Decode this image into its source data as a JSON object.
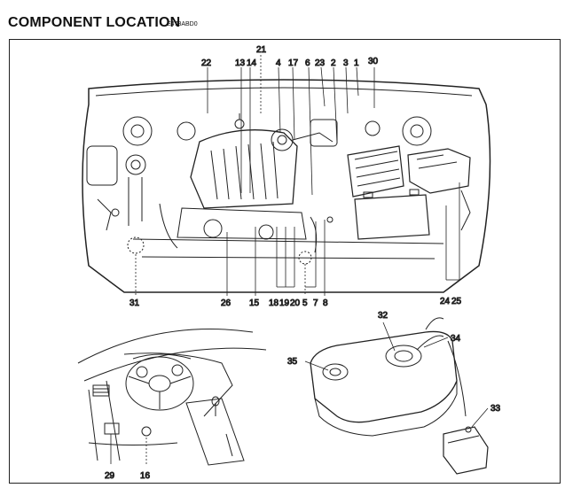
{
  "header": {
    "title": "COMPONENT LOCATION",
    "code": "E478ABD0"
  },
  "callouts": {
    "c1": "1",
    "c2": "2",
    "c3": "3",
    "c4": "4",
    "c5": "5",
    "c6": "6",
    "c7": "7",
    "c8": "8",
    "c13": "13",
    "c14": "14",
    "c15": "15",
    "c16": "16",
    "c17": "17",
    "c18": "18",
    "c19": "19",
    "c20": "20",
    "c21": "21",
    "c22": "22",
    "c23": "23",
    "c24": "24",
    "c25": "25",
    "c26": "26",
    "c29": "29",
    "c30": "30",
    "c31": "31",
    "c32": "32",
    "c33": "33",
    "c34": "34",
    "c35": "35"
  }
}
